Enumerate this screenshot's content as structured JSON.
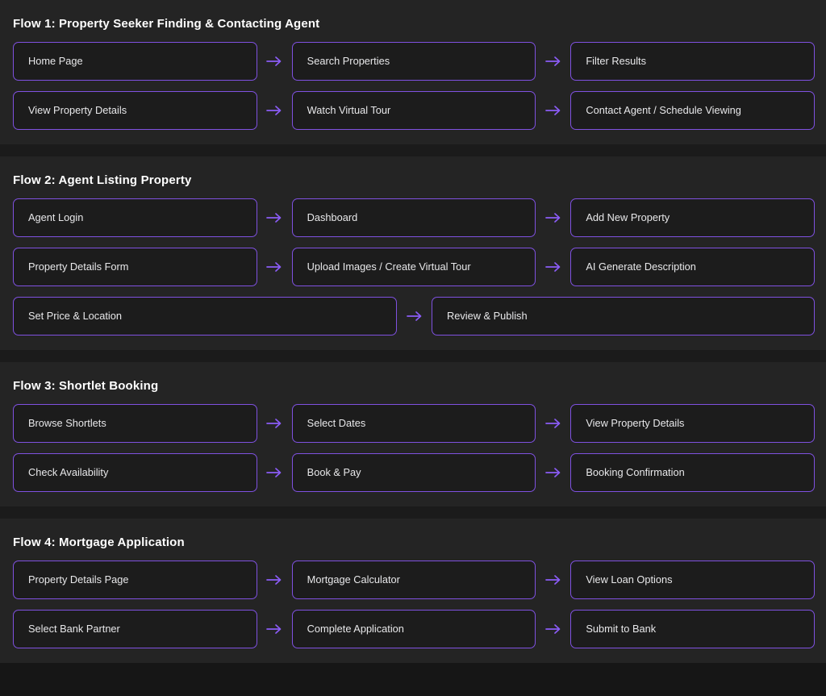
{
  "page": {
    "background_color": "#242424",
    "gap_color": "#1b1b1b",
    "node_border_color": "#7f51e0",
    "node_fill_color": "#1c1c1c",
    "node_text_color": "#e8e8ea",
    "arrow_color": "#8b5cf6",
    "title_color": "#ffffff",
    "arrow_glyph": "arrow-right-icon"
  },
  "flows": [
    {
      "title": "Flow 1: Property Seeker Finding & Contacting Agent",
      "rows": [
        {
          "nodes": [
            "Home Page",
            "Search Properties",
            "Filter Results"
          ]
        },
        {
          "nodes": [
            "View Property Details",
            "Watch Virtual Tour",
            "Contact Agent / Schedule Viewing"
          ]
        }
      ]
    },
    {
      "title": "Flow 2: Agent Listing Property",
      "rows": [
        {
          "nodes": [
            "Agent Login",
            "Dashboard",
            "Add New Property"
          ]
        },
        {
          "nodes": [
            "Property Details Form",
            "Upload Images / Create Virtual Tour",
            "AI Generate Description"
          ]
        },
        {
          "wide": true,
          "nodes": [
            "Set Price & Location",
            "Review & Publish"
          ]
        }
      ]
    },
    {
      "title": "Flow 3: Shortlet Booking",
      "rows": [
        {
          "nodes": [
            "Browse Shortlets",
            "Select Dates",
            "View Property Details"
          ]
        },
        {
          "nodes": [
            "Check Availability",
            "Book & Pay",
            "Booking Confirmation"
          ]
        }
      ]
    },
    {
      "title": "Flow 4: Mortgage Application",
      "rows": [
        {
          "nodes": [
            "Property Details Page",
            "Mortgage Calculator",
            "View Loan Options"
          ]
        },
        {
          "nodes": [
            "Select Bank Partner",
            "Complete Application",
            "Submit to Bank"
          ]
        }
      ]
    }
  ]
}
